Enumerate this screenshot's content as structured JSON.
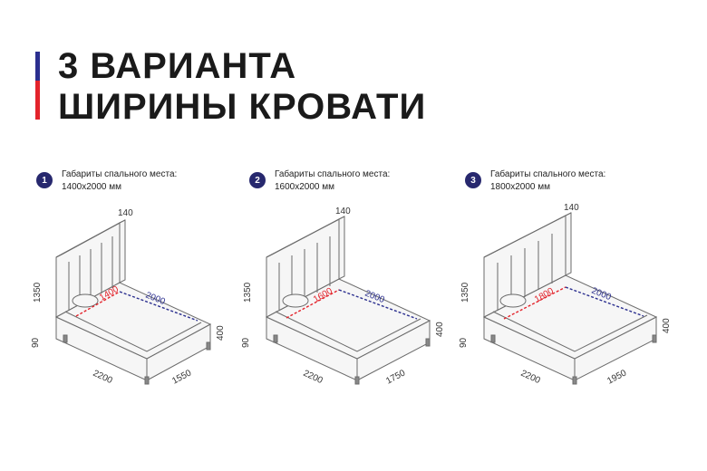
{
  "title": {
    "line1": "3 ВАРИАНТА",
    "line2": "ШИРИНЫ КРОВАТИ",
    "colors": {
      "accent_top": "#2b2f8f",
      "accent_bottom": "#e3232b"
    }
  },
  "variants": [
    {
      "number": "1",
      "caption_line1": "Габариты спального места:",
      "caption_line2": "1400х2000 мм",
      "dims": {
        "headboard_depth": "140",
        "height": "1350",
        "leg": "90",
        "side": "400",
        "length": "2200",
        "width": "1550",
        "sleep_width": "1400",
        "sleep_length": "2000"
      }
    },
    {
      "number": "2",
      "caption_line1": "Габариты спального места:",
      "caption_line2": "1600х2000 мм",
      "dims": {
        "headboard_depth": "140",
        "height": "1350",
        "leg": "90",
        "side": "400",
        "length": "2200",
        "width": "1750",
        "sleep_width": "1600",
        "sleep_length": "2000"
      }
    },
    {
      "number": "3",
      "caption_line1": "Габариты спального места:",
      "caption_line2": "1800х2000 мм",
      "dims": {
        "headboard_depth": "140",
        "height": "1350",
        "leg": "90",
        "side": "400",
        "length": "2200",
        "width": "1950",
        "sleep_width": "1800",
        "sleep_length": "2000"
      }
    }
  ],
  "colors": {
    "badge": "#27286e",
    "sleep_width_line": "#e3232b",
    "sleep_length_line": "#2b2f8f",
    "outline": "#6b6b6b",
    "fill": "#f6f6f6"
  }
}
